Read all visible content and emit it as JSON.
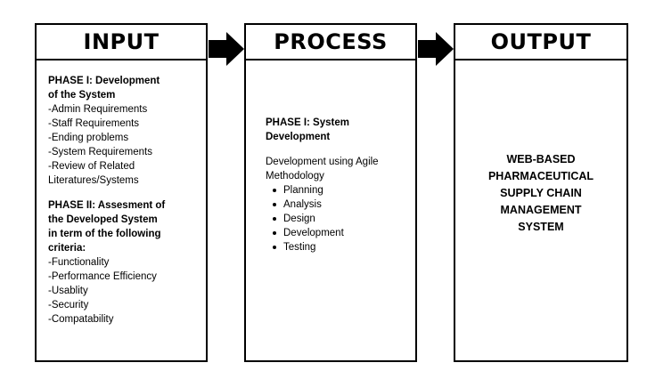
{
  "input": {
    "header": "INPUT",
    "phase1_title": [
      "PHASE I: Development",
      "of the System"
    ],
    "phase1_items": [
      "-Admin Requirements",
      "-Staff Requirements",
      "-Ending problems",
      "-System Requirements",
      "-Review of Related",
      "Literatures/Systems"
    ],
    "phase2_title": [
      "PHASE II: Assesment of",
      "the Developed System",
      "in term of the following",
      "criteria:"
    ],
    "phase2_items": [
      "-Functionality",
      "-Performance Efficiency",
      "-Usablity",
      "-Security",
      "-Compatability"
    ]
  },
  "process": {
    "header": "PROCESS",
    "phase_title": [
      "PHASE I: System",
      "Development"
    ],
    "description": [
      "Development using Agile",
      "Methodology"
    ],
    "steps": [
      "Planning",
      "Analysis",
      "Design",
      "Development",
      "Testing"
    ]
  },
  "output": {
    "header": "OUTPUT",
    "lines": [
      "WEB-BASED",
      "PHARMACEUTICAL",
      "SUPPLY CHAIN",
      "MANAGEMENT",
      "SYSTEM"
    ]
  },
  "colors": {
    "stroke": "#000000",
    "background": "#ffffff"
  }
}
